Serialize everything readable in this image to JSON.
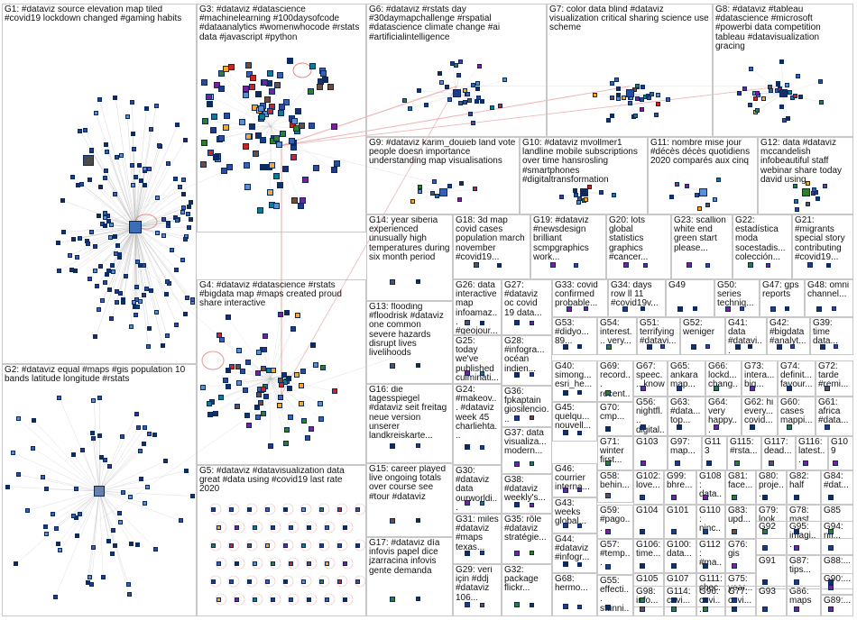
{
  "groups": [
    {
      "id": "G1",
      "label": "G1: #dataviz source elevation map tiled #covid19 lockdown changed #gaming habits"
    },
    {
      "id": "G2",
      "label": "G2: #dataviz equal #maps #gis population 10 bands latitude longitude #rstats"
    },
    {
      "id": "G3",
      "label": "G3: #dataviz #datascience #machinelearning #100daysofcode #dataanalytics #womenwhocode #rstats data #javascript #python"
    },
    {
      "id": "G4",
      "label": "G4: #dataviz #datascience #rstats #bigdata map #maps created proud share interactive"
    },
    {
      "id": "G5",
      "label": "G5: #dataviz #datavisualization data great #data using #covid19 last rate 2020"
    },
    {
      "id": "G6",
      "label": "G6: #dataviz #rstats day #30daymapchallenge #rspatial #datascience climate change #ai #artificialintelligence"
    },
    {
      "id": "G7",
      "label": "G7: color data blind #dataviz visualization critical sharing science use scheme"
    },
    {
      "id": "G8",
      "label": "G8: #dataviz #tableau #datascience #microsoft #powerbi data competition tableau #datavisualization gracing"
    },
    {
      "id": "G9",
      "label": "G9: #dataviz karim_douieb land vote people doesn importance understanding map visualisations"
    },
    {
      "id": "G10",
      "label": "G10: #dataviz mvollmer1 landline mobile subscriptions over time hansrosling #smartphones #digitaltransformation"
    },
    {
      "id": "G11",
      "label": "G11: nombre mise jour #décès décès quotidiens 2020 comparés aux cinq"
    },
    {
      "id": "G12",
      "label": "G12: data #dataviz mccandelish infobeautiful staff webinar share today david using"
    },
    {
      "id": "G13",
      "label": "G13: flooding #floodrisk #dataviz one common severe hazards disrupt lives livelihoods"
    },
    {
      "id": "G14",
      "label": "G14: year siberia experienced unusually high temperatures during six month period"
    },
    {
      "id": "G15",
      "label": "G15: career played live ongoing totals over course see #tour #dataviz"
    },
    {
      "id": "G16",
      "label": "G16: die tagesspiegel #dataviz seit freitag neue version unserer landkreiskarte..."
    },
    {
      "id": "G17",
      "label": "G17: #dataviz día infovis papel dice jzarracina infovis gente demanda"
    },
    {
      "id": "G18",
      "label": "G18: 3d map covid cases population march november #covid19..."
    },
    {
      "id": "G19",
      "label": "G19: #dataviz #newsdesign brilliant scmpgraphics work..."
    },
    {
      "id": "G20",
      "label": "G20: lots global statistics graphics #cancer..."
    },
    {
      "id": "G21",
      "label": "G21: #migrants special story contributing #covid19..."
    },
    {
      "id": "G22",
      "label": "G22: estadística moda socestadis... colección..."
    },
    {
      "id": "G23",
      "label": "G23: scallion white end green start please..."
    },
    {
      "id": "G24",
      "label": "G24: #makeov... #dataviz week 45 charliehta..."
    },
    {
      "id": "G25",
      "label": "G25: today we've published culminati..."
    },
    {
      "id": "G26",
      "label": "G26: data interactive map infoamaz... #geojour..."
    },
    {
      "id": "G27",
      "label": "G27: #dataviz oc covid 19 data..."
    },
    {
      "id": "G28",
      "label": "G28: #infogra... océan indien..."
    },
    {
      "id": "G29",
      "label": "G29: veri için #ddj #dataviz 106..."
    },
    {
      "id": "G30",
      "label": "G30: #dataviz data ourworldi..."
    },
    {
      "id": "G31",
      "label": "G31: miles #dataviz #maps texas..."
    },
    {
      "id": "G32",
      "label": "G32: package flickr..."
    },
    {
      "id": "G33",
      "label": "G33: covid confirmed probable..."
    },
    {
      "id": "G34",
      "label": "G34: days row ll 11 #covid19v..."
    },
    {
      "id": "G35",
      "label": "G35: rôle #dataviz stratégie..."
    },
    {
      "id": "G36",
      "label": "G36: fpkaptain giosilencio..."
    },
    {
      "id": "G37",
      "label": "G37: data visualiza... modern..."
    },
    {
      "id": "G38",
      "label": "G38: #dataviz weekly's..."
    },
    {
      "id": "G39",
      "label": "G39: time data..."
    },
    {
      "id": "G40",
      "label": "G40: simong... esri_he..."
    },
    {
      "id": "G41",
      "label": "G41: data #datavi..."
    },
    {
      "id": "G42",
      "label": "G42: #bigdata #analyt..."
    },
    {
      "id": "G43",
      "label": "G43: weeks global..."
    },
    {
      "id": "G44",
      "label": "G44: #dataviz #infogr..."
    },
    {
      "id": "G45",
      "label": "G45: quelqu... nouvell..."
    },
    {
      "id": "G46",
      "label": "G46: courrier interna..."
    },
    {
      "id": "G47",
      "label": "G47: gps reports"
    },
    {
      "id": "G48",
      "label": "G48: omni channel..."
    },
    {
      "id": "G49",
      "label": "G49"
    },
    {
      "id": "G50",
      "label": "G50: series techniq..."
    },
    {
      "id": "G51",
      "label": "G51: terrifying #datavi..."
    },
    {
      "id": "G52",
      "label": "G52: weniger"
    },
    {
      "id": "G53",
      "label": "G53: #didyo... 89..."
    },
    {
      "id": "G54",
      "label": "G54: interest... very..."
    },
    {
      "id": "G55",
      "label": "G55: effecti... stunni..."
    },
    {
      "id": "G56",
      "label": "G56: nightfl... digital..."
    },
    {
      "id": "G57",
      "label": "G57: #temp..."
    },
    {
      "id": "G58",
      "label": "G58: behin..."
    },
    {
      "id": "G59",
      "label": "G59: #pago..."
    },
    {
      "id": "G60",
      "label": "G60: cases mappi..."
    },
    {
      "id": "G61",
      "label": "G61: africa #data..."
    },
    {
      "id": "G62",
      "label": "G62: hi every... covid..."
    },
    {
      "id": "G63",
      "label": "G63: #data... top..."
    },
    {
      "id": "G64",
      "label": "G64: very happy..."
    },
    {
      "id": "G65",
      "label": "G65: ankara map..."
    },
    {
      "id": "G66",
      "label": "G66: lockd... chang..."
    },
    {
      "id": "G67",
      "label": "G67: speec... know"
    },
    {
      "id": "G68",
      "label": "G68: hermo..."
    },
    {
      "id": "G69",
      "label": "G69: record... recent..."
    },
    {
      "id": "G70",
      "label": "G70: cmp..."
    },
    {
      "id": "G71",
      "label": "G71: winter first..."
    },
    {
      "id": "G72",
      "label": "G72: tarde #remi..."
    },
    {
      "id": "G73",
      "label": "G73: intera... big..."
    },
    {
      "id": "G74",
      "label": "G74: definit... favour..."
    },
    {
      "id": "G75",
      "label": "G75: year..."
    },
    {
      "id": "G76",
      "label": "G76: gis"
    },
    {
      "id": "G77",
      "label": "G77: covi..."
    },
    {
      "id": "G78",
      "label": "G78: mast..."
    },
    {
      "id": "G79",
      "label": "G79: look..."
    },
    {
      "id": "G80",
      "label": "G80: proje..."
    },
    {
      "id": "G81",
      "label": "G81: face..."
    },
    {
      "id": "G82",
      "label": "G82: half"
    },
    {
      "id": "G83",
      "label": "G83: upd..."
    },
    {
      "id": "G84",
      "label": "G84: #dat..."
    },
    {
      "id": "G85",
      "label": "G85"
    },
    {
      "id": "G86",
      "label": "G86: maps"
    },
    {
      "id": "G87",
      "label": "G87: tips..."
    },
    {
      "id": "G88",
      "label": "G88:..."
    },
    {
      "id": "G89",
      "label": "G89:..."
    },
    {
      "id": "G90",
      "label": "G90:..."
    },
    {
      "id": "G91",
      "label": "G91"
    },
    {
      "id": "G92",
      "label": "G92"
    },
    {
      "id": "G93",
      "label": "G93"
    },
    {
      "id": "G94",
      "label": "G94: nfl..."
    },
    {
      "id": "G95",
      "label": "G95: imagi..."
    },
    {
      "id": "G96",
      "label": "G96: covi..."
    },
    {
      "id": "G97",
      "label": "G97: map..."
    },
    {
      "id": "G98",
      "label": "G98: info..."
    },
    {
      "id": "G99",
      "label": "G99: bhre..."
    },
    {
      "id": "G100",
      "label": "G100: data..."
    },
    {
      "id": "G101",
      "label": "G101"
    },
    {
      "id": "G102",
      "label": "G102: love..."
    },
    {
      "id": "G103",
      "label": "G103"
    },
    {
      "id": "G104",
      "label": "G104"
    },
    {
      "id": "G105",
      "label": "G105"
    },
    {
      "id": "G106",
      "label": "G106: time..."
    },
    {
      "id": "G107",
      "label": "G107"
    },
    {
      "id": "G108",
      "label": "G108: data..."
    },
    {
      "id": "G109",
      "label": "G109"
    },
    {
      "id": "G110",
      "label": "G110: ninc..."
    },
    {
      "id": "G111",
      "label": "G111: chec..."
    },
    {
      "id": "G112",
      "label": "G112: #ma..."
    },
    {
      "id": "G113",
      "label": "G113"
    },
    {
      "id": "G114",
      "label": "G114: covi..."
    },
    {
      "id": "G115",
      "label": "G115: #rsta..."
    },
    {
      "id": "G116",
      "label": "G116: latest..."
    },
    {
      "id": "G117",
      "label": "G117: dead..."
    }
  ],
  "colors": {
    "edge": "#b8b8b8",
    "red_edge": "#e05050",
    "node_border": "#0a2a5e",
    "box_border": "#c8c8c8"
  }
}
